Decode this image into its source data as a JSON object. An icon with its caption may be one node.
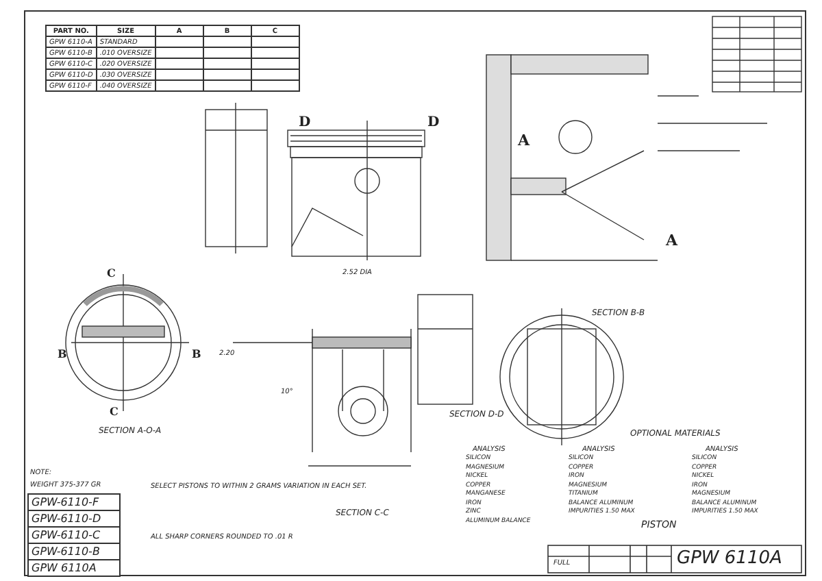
{
  "diagram": {
    "labels": [
      "PART NO.",
      "SIZE",
      "A",
      "B",
      "C",
      "GPW 6110-A",
      "STANDARD",
      "GPW 6110-B",
      ".010 OVERSIZE",
      "GPW 6110-C",
      ".020 OVERSIZE",
      "GPW 6110-D",
      ".030 OVERSIZE",
      "GPW 6110-F",
      ".040 OVERSIZE",
      "D",
      "D",
      "A",
      "A",
      "B",
      "B",
      "C",
      "C",
      "SECTION A-O-A",
      "SECTION C-C",
      "SECTION D-D",
      "SECTION B-B",
      "NOTE:",
      "WEIGHT 375-377 GR",
      "SELECT PISTONS TO WITHIN 2 GRAMS VARIATION IN EACH SET.",
      "ALL SHARP CORNERS ROUNDED TO .01 R",
      "GPW-6110-F",
      "GPW-6110-D",
      "GPW-6110-C",
      "GPW-6110-B",
      "GPW 6110A",
      "OPTIONAL MATERIALS",
      "ANALYSIS",
      "ANALYSIS",
      "ANALYSIS",
      "SILICON",
      "MAGNESIUM",
      "NICKEL",
      "COPPER",
      "MANGANESE",
      "IRON",
      "ZINC",
      "ALUMINUM BALANCE",
      "SILICON",
      "COPPER",
      "IRON",
      "MAGNESIUM",
      "TITANIUM",
      "BALANCE ALUMINUM",
      "IMPURITIES 1.50 MAX",
      "SILICON",
      "COPPER",
      "NICKEL",
      "IRON",
      "MAGNESIUM",
      "BALANCE ALUMINUM",
      "IMPURITIES 1.50 MAX",
      "PISTON",
      "FULL",
      "GPW 6110A",
      "2.52 DIA",
      "10°",
      "2.20"
    ]
  }
}
